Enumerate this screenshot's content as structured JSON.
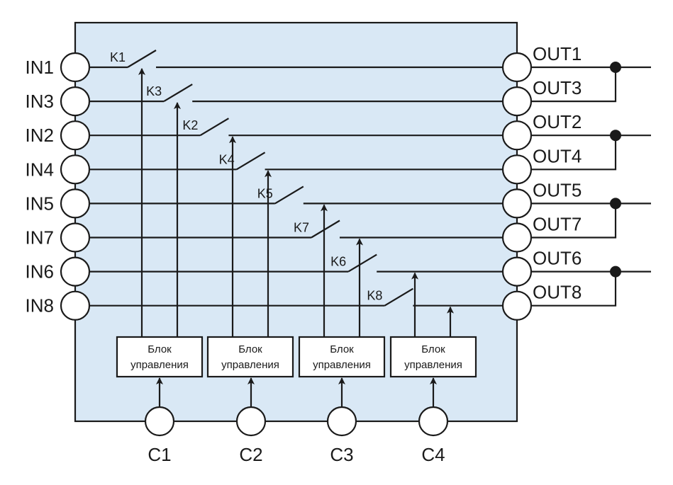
{
  "diagram": {
    "colors": {
      "panel_fill": "#d9e8f5",
      "line": "#1a1a1a",
      "terminal_fill": "#ffffff",
      "block_fill": "#ffffff"
    },
    "inputs": [
      "IN1",
      "IN3",
      "IN2",
      "IN4",
      "IN5",
      "IN7",
      "IN6",
      "IN8"
    ],
    "outputs": [
      "OUT1",
      "OUT3",
      "OUT2",
      "OUT4",
      "OUT5",
      "OUT7",
      "OUT6",
      "OUT8"
    ],
    "switches": [
      {
        "label": "K1",
        "row": 0,
        "control_block": 0
      },
      {
        "label": "K3",
        "row": 1,
        "control_block": 0
      },
      {
        "label": "K2",
        "row": 2,
        "control_block": 1
      },
      {
        "label": "K4",
        "row": 3,
        "control_block": 1
      },
      {
        "label": "K5",
        "row": 4,
        "control_block": 2
      },
      {
        "label": "K7",
        "row": 5,
        "control_block": 2
      },
      {
        "label": "K6",
        "row": 6,
        "control_block": 3
      },
      {
        "label": "K8",
        "row": 7,
        "control_block": 3
      }
    ],
    "control_blocks": [
      {
        "line1": "Блок",
        "line2": "управления",
        "control_input": "C1"
      },
      {
        "line1": "Блок",
        "line2": "управления",
        "control_input": "C2"
      },
      {
        "line1": "Блок",
        "line2": "управления",
        "control_input": "C3"
      },
      {
        "line1": "Блок",
        "line2": "управления",
        "control_input": "C4"
      }
    ],
    "control_inputs": [
      "C1",
      "C2",
      "C3",
      "C4"
    ],
    "output_junctions": [
      {
        "outputs": [
          "OUT1",
          "OUT3"
        ]
      },
      {
        "outputs": [
          "OUT2",
          "OUT4"
        ]
      },
      {
        "outputs": [
          "OUT5",
          "OUT7"
        ]
      },
      {
        "outputs": [
          "OUT6",
          "OUT8"
        ]
      }
    ]
  }
}
